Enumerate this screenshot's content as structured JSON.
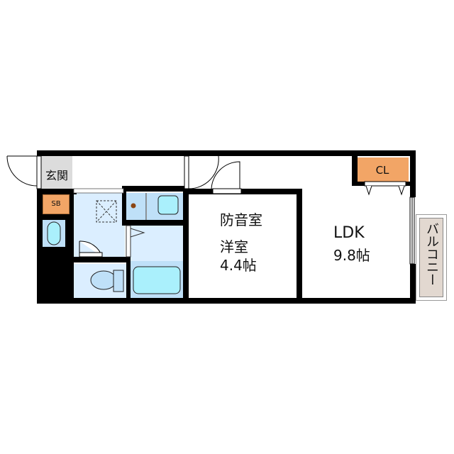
{
  "floorplan": {
    "rooms": {
      "entrance": {
        "label": "玄関"
      },
      "shoebox": {
        "label": "SB"
      },
      "soundproof_room": {
        "label_top": "防音室",
        "label_type": "洋室",
        "size": "4.4帖"
      },
      "ldk": {
        "label": "LDK",
        "size": "9.8帖"
      },
      "closet": {
        "label": "CL"
      },
      "balcony": {
        "label": "バルコニー"
      }
    },
    "colors": {
      "wall": "#000000",
      "wet_area": "#dbeeff",
      "fixture": "#bfe0f8",
      "water": "#aaf0fc",
      "storage": "#f4a460",
      "entrance_floor": "#d8d8d8",
      "balcony": "#e2d8d0"
    }
  }
}
